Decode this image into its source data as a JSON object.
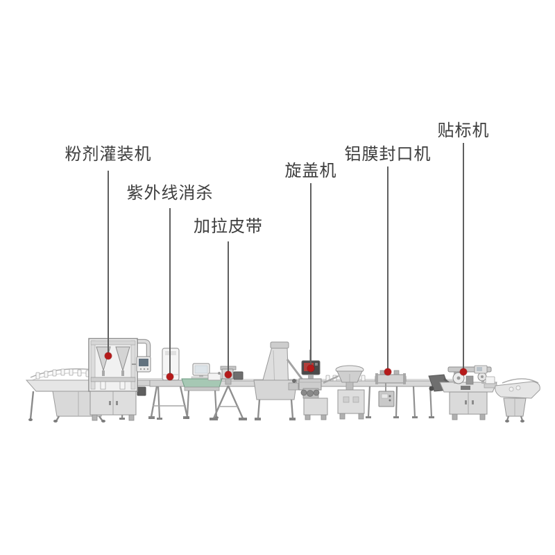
{
  "image_type": "production-line-callout-diagram",
  "colors": {
    "background": "#ffffff",
    "label_color": "#3d3d3d",
    "line_color": "#5f5f5f",
    "dot_color": "#b51a1a",
    "belt_green": "#a6c8b4"
  },
  "callouts": [
    {
      "text": "粉剂灌装机",
      "target": "powder-filling-machine"
    },
    {
      "text": "紫外线消杀",
      "target": "uv-sterilizer"
    },
    {
      "text": "加拉皮带",
      "target": "pulling-belt"
    },
    {
      "text": "旋盖机",
      "target": "capping-machine"
    },
    {
      "text": "铝膜封口机",
      "target": "foil-sealing-machine"
    },
    {
      "text": "贴标机",
      "target": "labeling-machine"
    }
  ],
  "machines": [
    "rotary-feed-turntable",
    "infeed-conveyor",
    "powder-filling-machine",
    "uv-sterilizer",
    "checkweigher",
    "main-conveyor",
    "pulling-belt-unit",
    "cap-elevator",
    "capping-machine",
    "cap-sorter",
    "foil-sealing-machine",
    "transfer-unit",
    "labeling-machine",
    "collection-turntable"
  ]
}
